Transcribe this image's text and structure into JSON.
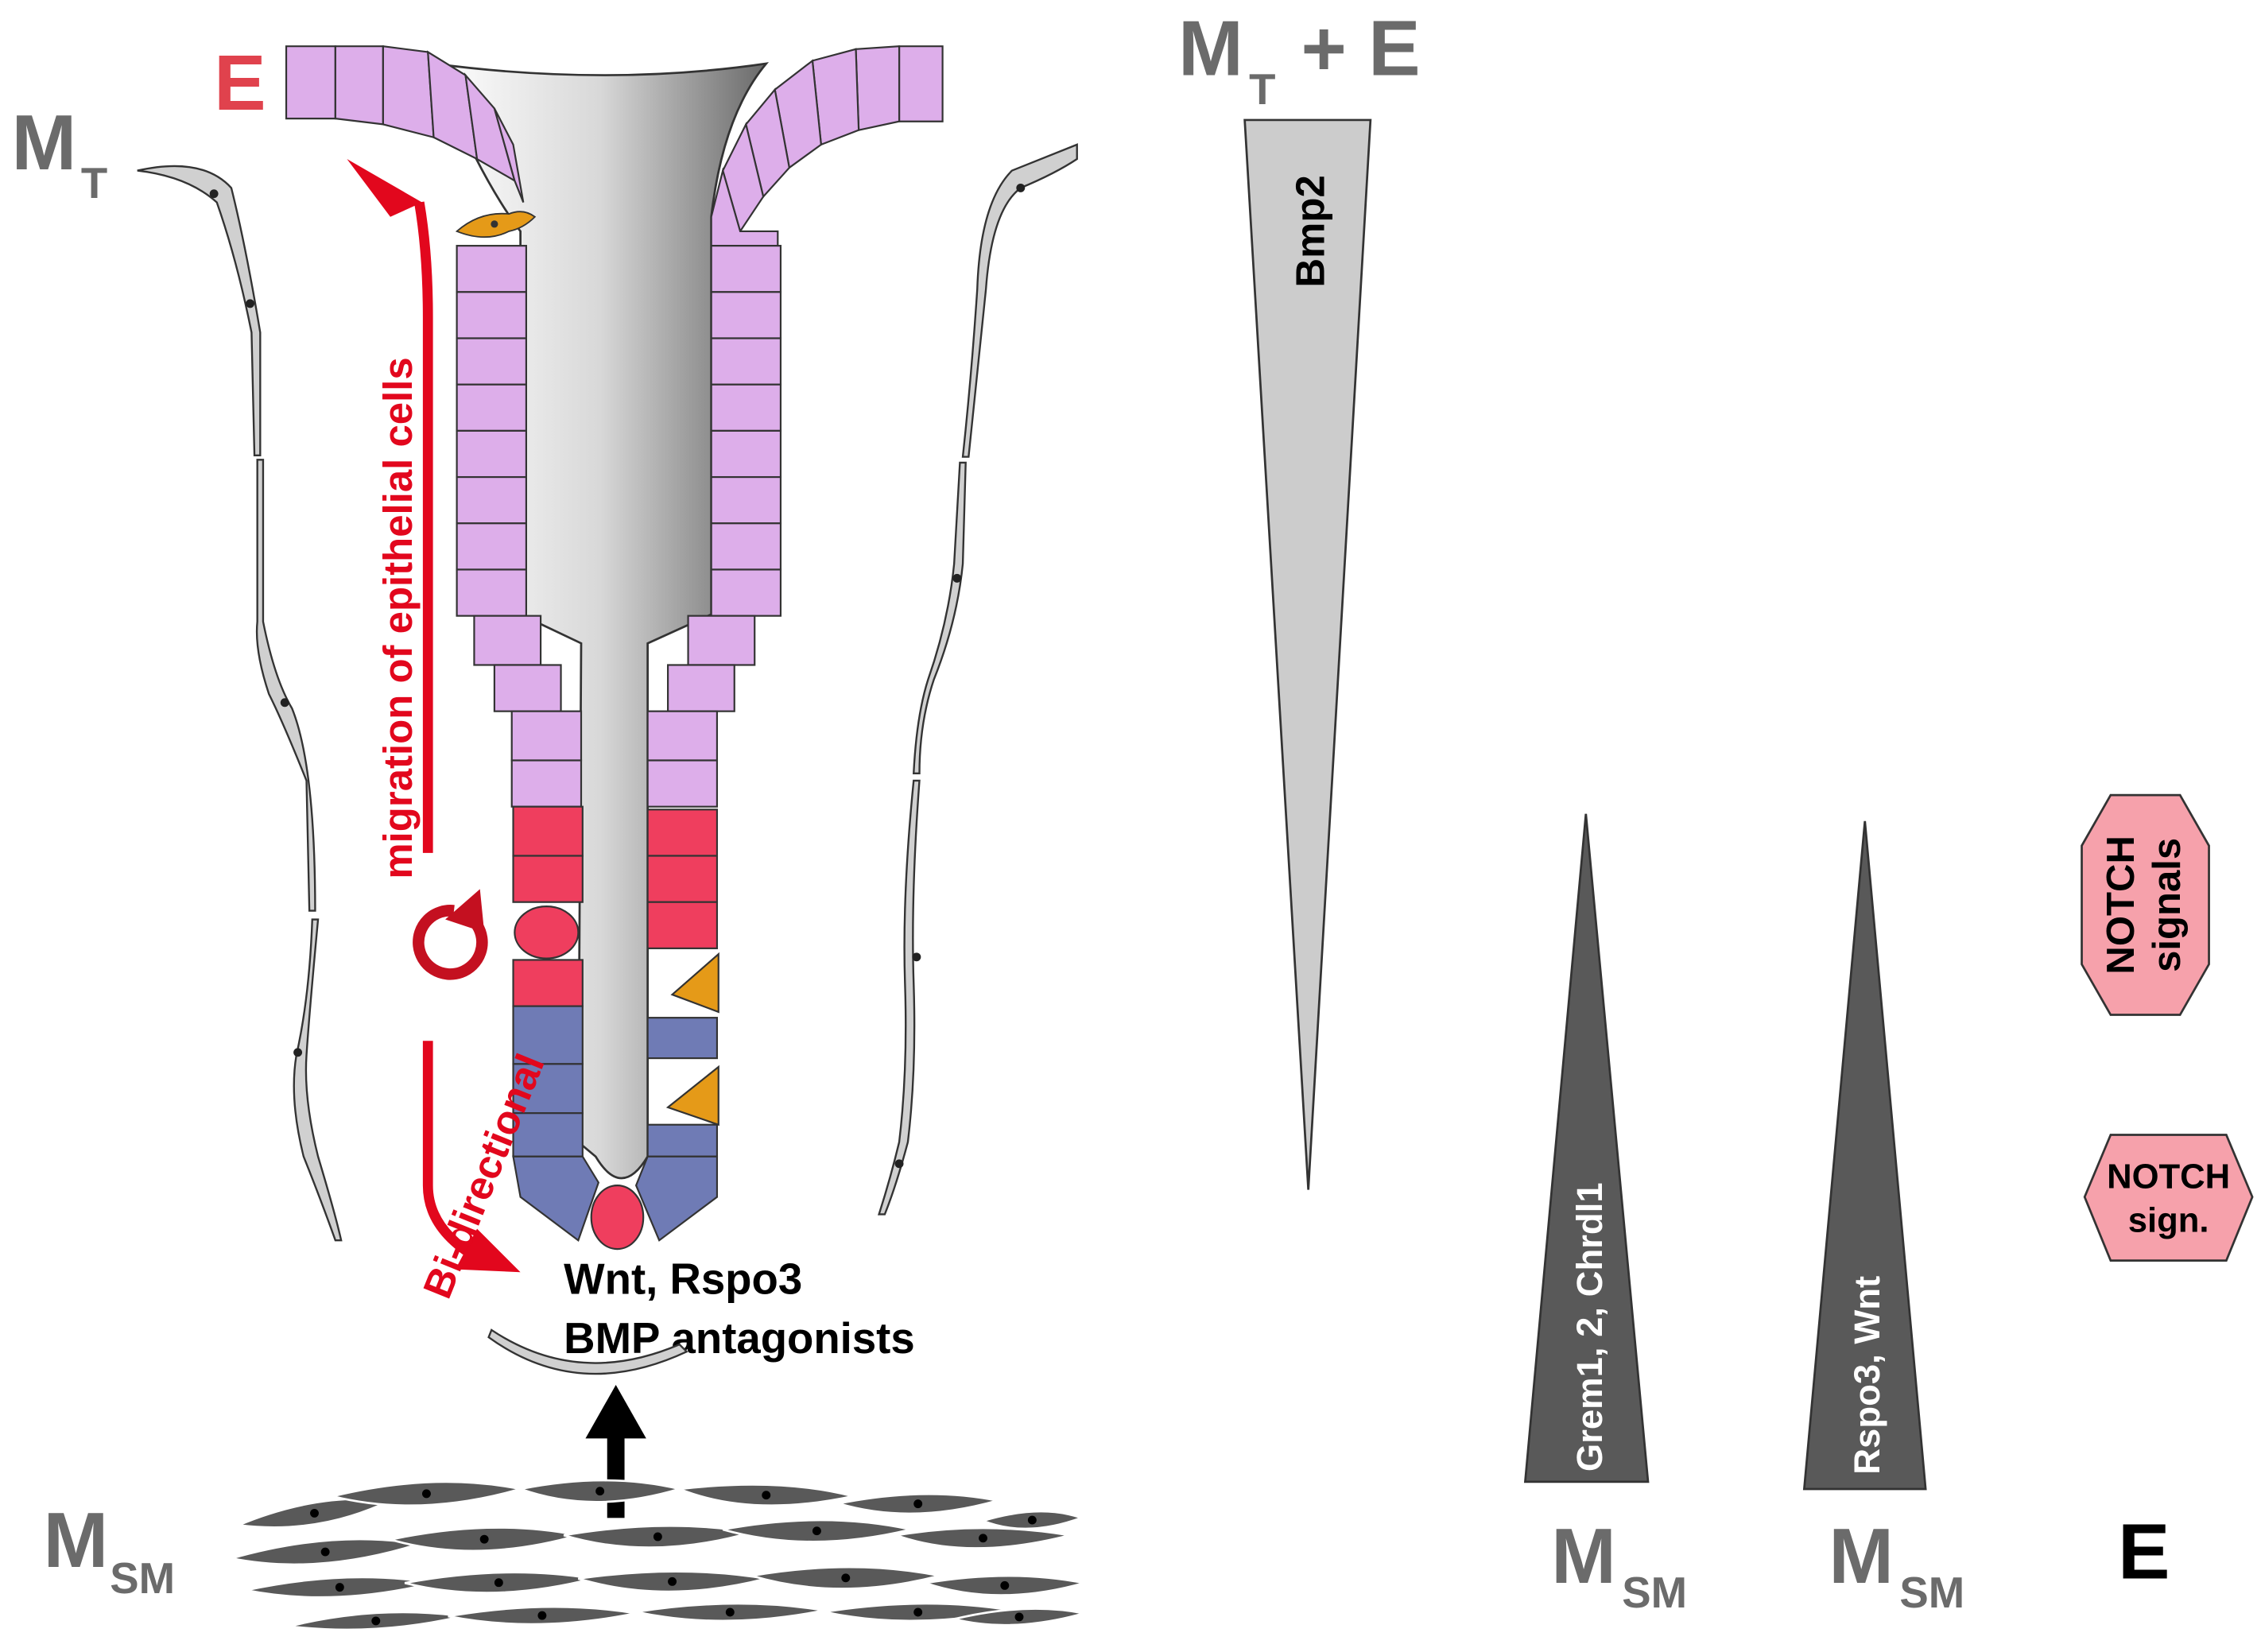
{
  "colors": {
    "epithelium_lilac": "#ddaeea",
    "transit_red": "#ef3e5e",
    "stem_blue": "#6f7bb5",
    "paneth_orange": "#e59a18",
    "migration_red": "#e2071d",
    "label_red": "#e0424d",
    "label_gray": "#6b6b6b",
    "mesenchyme_gray": "#d0d0d0",
    "smooth_muscle_dark": "#595959",
    "bmp2_wedge": "#cccccc",
    "antagonist_wedge": "#595959",
    "notch_pink": "#f6a1ab"
  },
  "left_diagram": {
    "label_epithelium": "E",
    "label_mt_main": "M",
    "label_mt_sub": "T",
    "label_msm_main": "M",
    "label_msm_sub": "SM",
    "migration_text": "migration of epithelial cells",
    "bidirectional_text": "Bi-directional",
    "signals_line1": "Wnt, Rspo3",
    "signals_line2": "BMP antagonists",
    "icons": [
      "circular-arrow-icon",
      "up-arrow-icon",
      "tuft-cell-icon"
    ]
  },
  "right_diagram": {
    "top_label_main": "M",
    "top_label_sub": "T",
    "top_label_rest": " + E",
    "bmp2_label": "Bmp2",
    "antagonists_label": "Grem1, 2, Chrdl1",
    "rspo_label": "Rspo3, Wnt",
    "notch_upper_line1": "NOTCH",
    "notch_upper_line2": "signals",
    "notch_lower_line1": "NOTCH",
    "notch_lower_line2": "sign.",
    "bottom_labels": [
      {
        "main": "M",
        "sub": "SM"
      },
      {
        "main": "M",
        "sub": "SM"
      },
      {
        "main": "E",
        "sub": ""
      }
    ]
  }
}
